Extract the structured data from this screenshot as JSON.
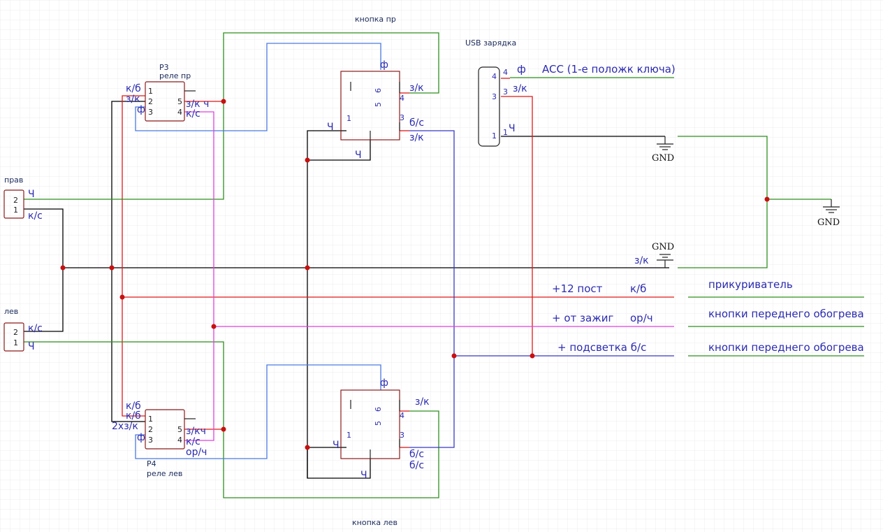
{
  "components": {
    "knopka_pr": "кнопка пр",
    "knopka_lev": "кнопка лев",
    "usb": "USB зарядка",
    "p3_id": "P3",
    "p3_name": "реле пр",
    "p4_id": "P4",
    "p4_name": "реле лев",
    "prav": "прав",
    "lev": "лев"
  },
  "labels": {
    "ch": "Ч",
    "ks": "к/с",
    "kb": "к/б",
    "zk": "з/к",
    "f": "ф",
    "bs": "б/с",
    "zk_ch": "з/к ч",
    "zkch": "з/кч",
    "two_zk": "2xз/к",
    "or_ch": "ор/ч",
    "gnd": "GND",
    "acc": "ACC (1-е положк ключа)",
    "p12": "+12 пост",
    "ign": "+ от зажиг",
    "light": "+ подсветка б/с",
    "cigar": "прикуриватель",
    "front_heat": "кнопки переднего обогрева"
  },
  "pins": [
    "1",
    "2",
    "3",
    "4",
    "5",
    "6"
  ],
  "colors": {
    "red": "#e01818",
    "green": "#2f8f1f",
    "blue": "#3838c8",
    "lightblue": "#4a7ae0",
    "magenta": "#e040e0",
    "black": "#000000",
    "box": "#8b1a1a",
    "text": "#2b2bb0"
  }
}
